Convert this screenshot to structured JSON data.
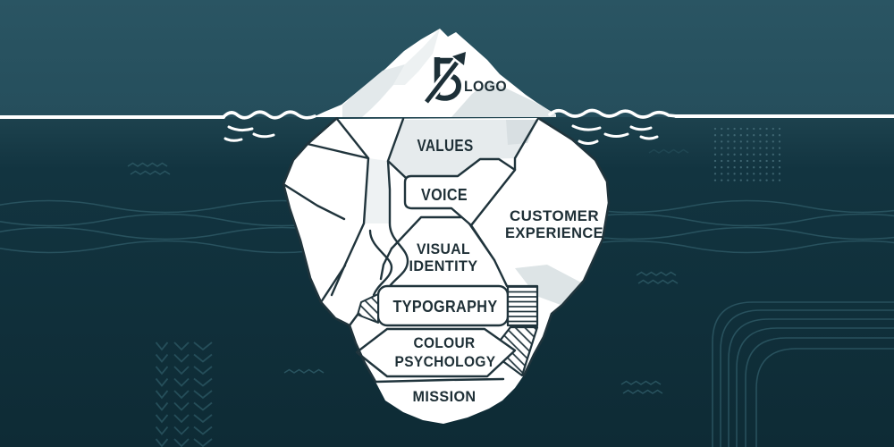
{
  "scene": {
    "type": "brand-iceberg-infographic",
    "above_surface_items": [
      "LOGO"
    ],
    "below_surface_items": [
      "VALUES",
      "VOICE",
      "CUSTOMER EXPERIENCE",
      "VISUAL IDENTITY",
      "TYPOGRAPHY",
      "COLOUR PSYCHOLOGY",
      "MISSION"
    ]
  },
  "labels": {
    "logo": "LOGO",
    "values": "VALUES",
    "voice": "VOICE",
    "customer_experience": {
      "line1": "CUSTOMER",
      "line2": "EXPERIENCE"
    },
    "visual_identity": {
      "line1": "VISUAL",
      "line2": "IDENTITY"
    },
    "typography": "TYPOGRAPHY",
    "colour_psychology": {
      "line1": "COLOUR",
      "line2": "PSYCHOLOGY"
    },
    "mission": "MISSION"
  },
  "colors": {
    "sky": "#27505e",
    "water_top": "#1d424e",
    "water_bottom": "#0e2b35",
    "ice": "#ffffff",
    "ice_shadow": "#dfe6e8",
    "outline": "#20343c",
    "label_text": "#1e2f36",
    "decoration_line": "#2e5a66",
    "dot_grid": "#466f7a",
    "waterline": "#ffffff"
  }
}
